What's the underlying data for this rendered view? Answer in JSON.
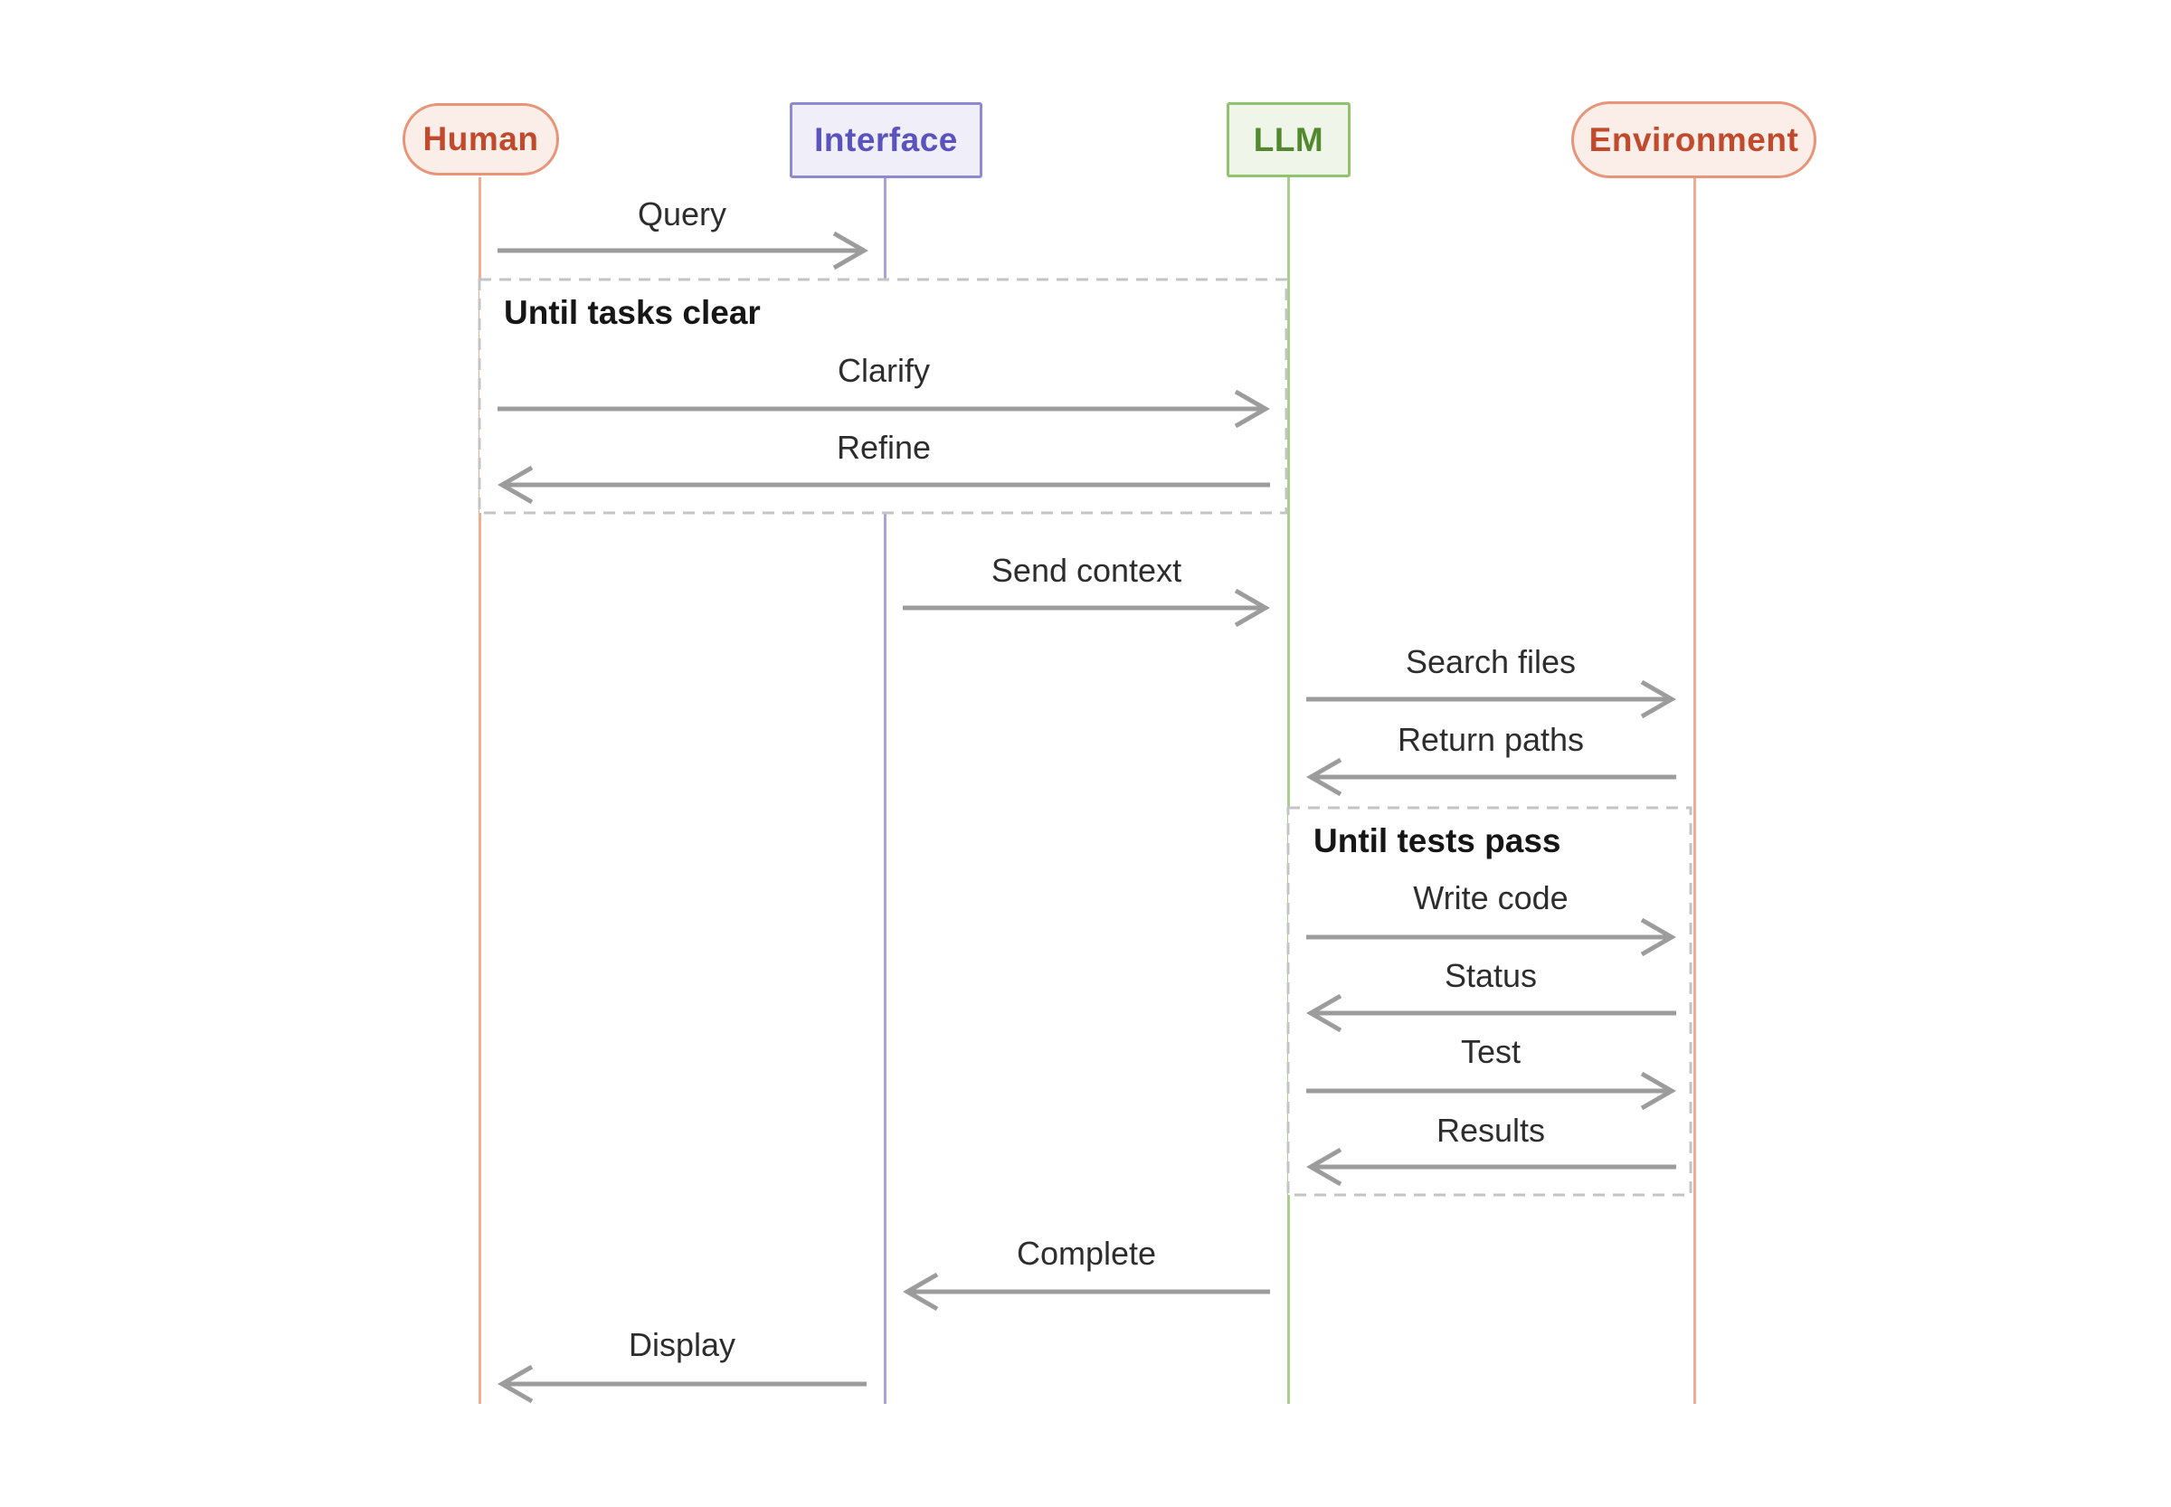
{
  "diagram": {
    "type": "sequence-diagram",
    "background": "#ffffff",
    "actors": [
      {
        "id": "human",
        "label": "Human",
        "shape": "pill",
        "fill": "#fbeee9",
        "border": "#e79478",
        "text_color": "#c14a2c",
        "lifeline_color": "#efab93"
      },
      {
        "id": "interface",
        "label": "Interface",
        "shape": "rect",
        "fill": "#efeef9",
        "border": "#8e89d0",
        "text_color": "#5a52bd",
        "lifeline_color": "#a9a3da"
      },
      {
        "id": "llm",
        "label": "LLM",
        "shape": "rect",
        "fill": "#eff5e9",
        "border": "#91c26d",
        "text_color": "#52892e",
        "lifeline_color": "#a8d08c"
      },
      {
        "id": "environment",
        "label": "Environment",
        "shape": "pill",
        "fill": "#fbeee9",
        "border": "#e79478",
        "text_color": "#c14a2c",
        "lifeline_color": "#efab93"
      }
    ],
    "messages": [
      {
        "label": "Query",
        "from": "Human",
        "to": "Interface",
        "direction": "right",
        "loop": null
      },
      {
        "label": "Clarify",
        "from": "Human",
        "to": "LLM",
        "direction": "right",
        "loop": "Until tasks clear"
      },
      {
        "label": "Refine",
        "from": "LLM",
        "to": "Human",
        "direction": "left",
        "loop": "Until tasks clear"
      },
      {
        "label": "Send context",
        "from": "Interface",
        "to": "LLM",
        "direction": "right",
        "loop": null
      },
      {
        "label": "Search files",
        "from": "LLM",
        "to": "Environment",
        "direction": "right",
        "loop": null
      },
      {
        "label": "Return paths",
        "from": "Environment",
        "to": "LLM",
        "direction": "left",
        "loop": null
      },
      {
        "label": "Write code",
        "from": "LLM",
        "to": "Environment",
        "direction": "right",
        "loop": "Until tests pass"
      },
      {
        "label": "Status",
        "from": "Environment",
        "to": "LLM",
        "direction": "left",
        "loop": "Until tests pass"
      },
      {
        "label": "Test",
        "from": "LLM",
        "to": "Environment",
        "direction": "right",
        "loop": "Until tests pass"
      },
      {
        "label": "Results",
        "from": "Environment",
        "to": "LLM",
        "direction": "left",
        "loop": "Until tests pass"
      },
      {
        "label": "Complete",
        "from": "LLM",
        "to": "Interface",
        "direction": "left",
        "loop": null
      },
      {
        "label": "Display",
        "from": "Interface",
        "to": "Human",
        "direction": "left",
        "loop": null
      }
    ],
    "loops": [
      {
        "title": "Until tasks clear",
        "spans": [
          "Human",
          "LLM"
        ]
      },
      {
        "title": "Until tests pass",
        "spans": [
          "LLM",
          "Environment"
        ]
      }
    ],
    "colors": {
      "arrow": "#9c9c9c",
      "loop_border": "#c4c4c4",
      "loop_fill": "#ffffff",
      "message_text": "#2d2d2d",
      "loop_title_text": "#161616"
    }
  }
}
